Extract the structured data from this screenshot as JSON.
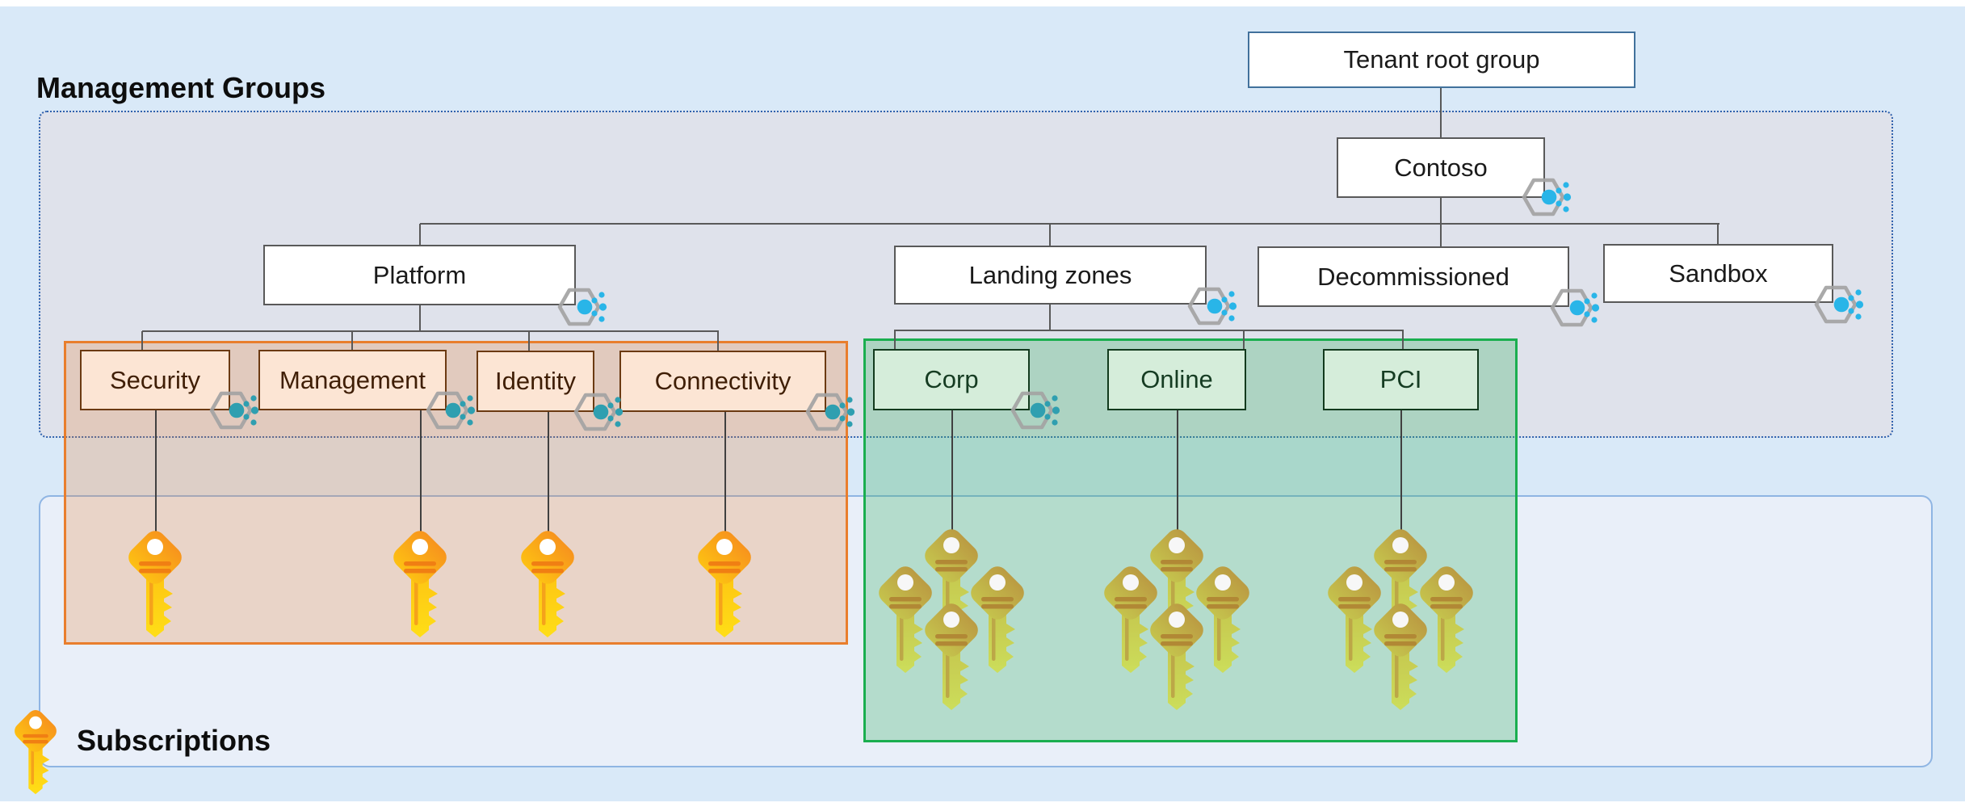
{
  "titles": {
    "management_groups": "Management Groups",
    "subscriptions": "Subscriptions"
  },
  "nodes": {
    "tenant_root": "Tenant root group",
    "contoso": "Contoso",
    "platform": "Platform",
    "landing_zones": "Landing zones",
    "decommissioned": "Decommissioned",
    "sandbox": "Sandbox",
    "security": "Security",
    "management": "Management",
    "identity": "Identity",
    "connectivity": "Connectivity",
    "corp": "Corp",
    "online": "Online",
    "pci": "PCI"
  },
  "icons": {
    "management_group_icon": "hexagon-with-dots",
    "subscription_icon": "key"
  },
  "subscription_counts": {
    "security": 1,
    "management": 1,
    "identity": 1,
    "connectivity": 1,
    "corp": 4,
    "online": 4,
    "pci": 4
  },
  "colors": {
    "page_background": "#D9E9F8",
    "management_area_fill": "#DFE2EB",
    "management_area_border": "#2F62AE",
    "subscription_area_fill": "#E9EFF9",
    "subscription_area_border": "#8FB5E3",
    "accent_orange": "#E97E2D",
    "accent_green": "#1AAE4F",
    "peach_box_fill": "#FCE5D4",
    "green_box_fill": "#D5EDDA",
    "icon_dot_cyan": "#29B5E8",
    "key_orange": "#FDB913",
    "connector": "#595959"
  }
}
